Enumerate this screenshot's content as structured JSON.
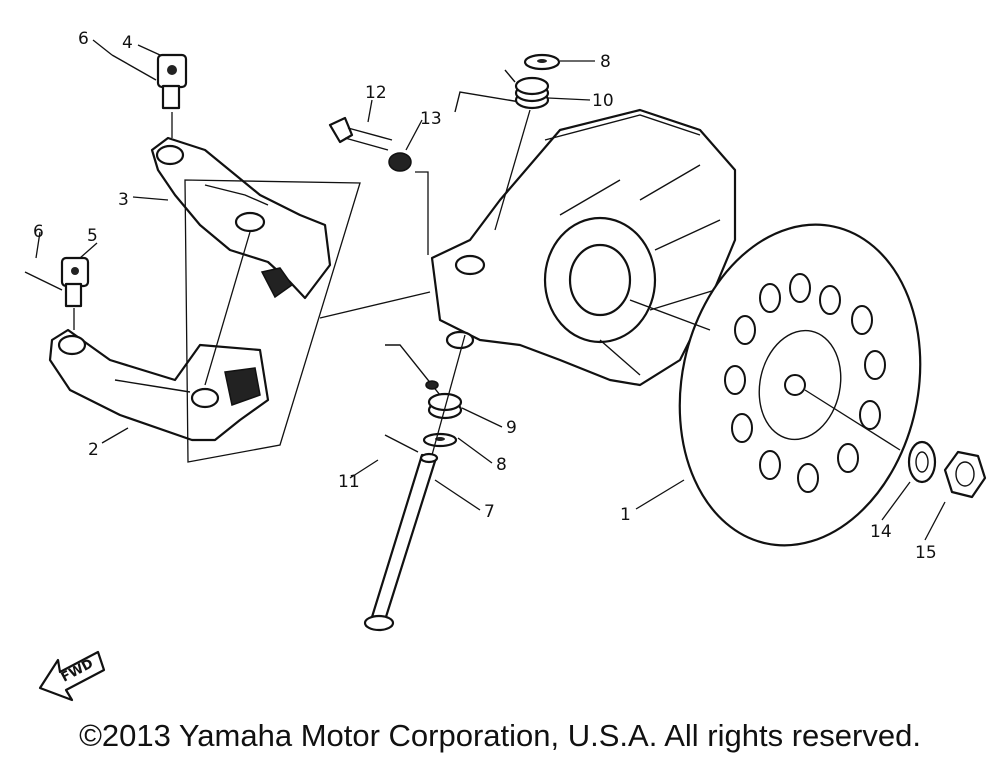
{
  "callouts": [
    "1",
    "2",
    "3",
    "4",
    "5",
    "6",
    "6",
    "7",
    "8",
    "8",
    "9",
    "10",
    "11",
    "12",
    "13",
    "14",
    "15"
  ],
  "fwd_label": "FWD",
  "copyright": "©2013 Yamaha Motor Corporation, U.S.A. All rights reserved."
}
